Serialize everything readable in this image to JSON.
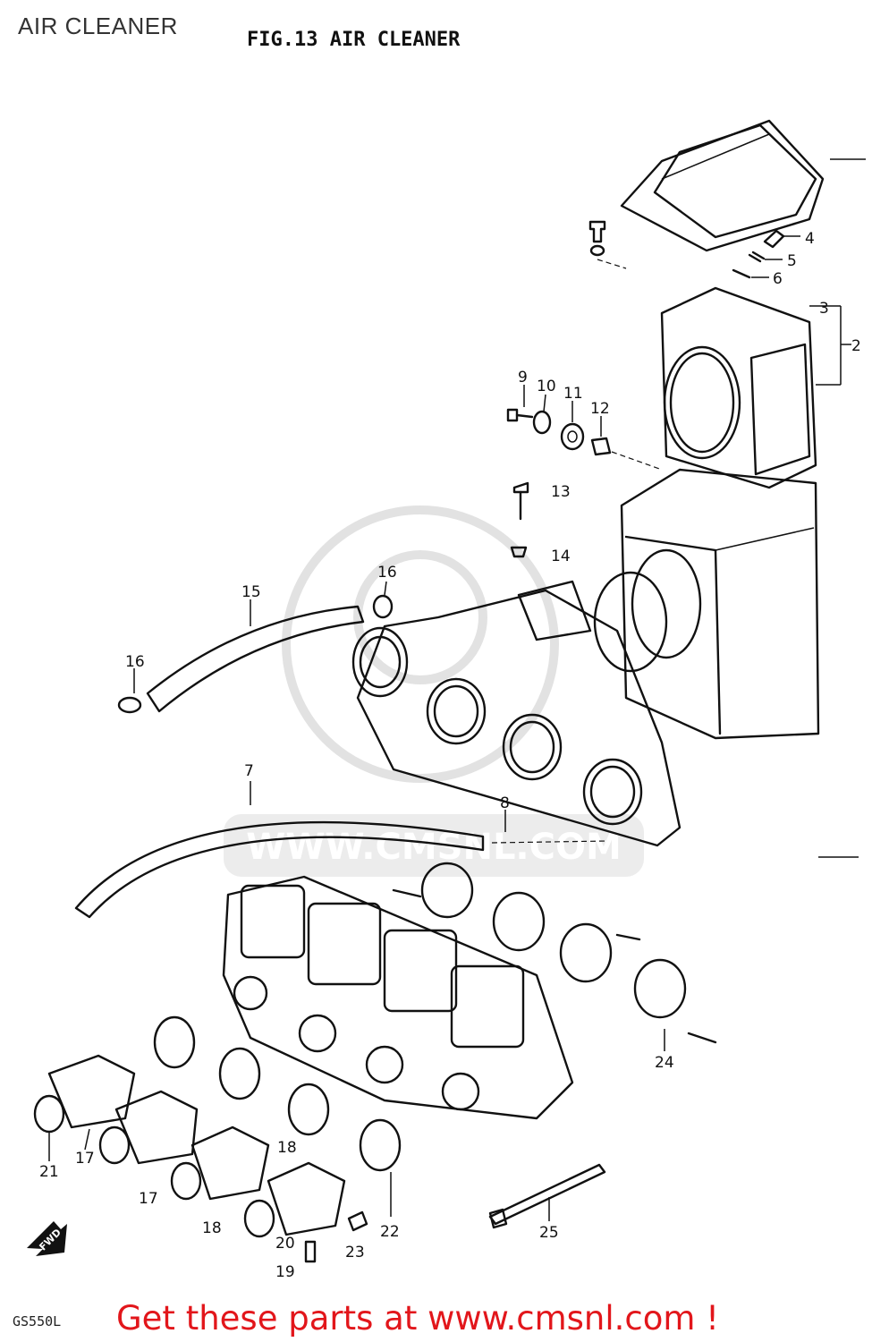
{
  "header": {
    "title": "AIR CLEANER",
    "figure_title": "FIG.13  AIR CLEANER"
  },
  "callouts": {
    "c2": "2",
    "c3": "3",
    "c4": "4",
    "c5": "5",
    "c6": "6",
    "c7": "7",
    "c8": "8",
    "c9": "9",
    "c10": "10",
    "c11": "11",
    "c12": "12",
    "c13": "13",
    "c14": "14",
    "c15": "15",
    "c16a": "16",
    "c16b": "16",
    "c17a": "17",
    "c17b": "17",
    "c18a": "18",
    "c18b": "18",
    "c19": "19",
    "c20": "20",
    "c21": "21",
    "c22": "22",
    "c23": "23",
    "c24": "24",
    "c25": "25"
  },
  "fwd_marker": "FWD",
  "footer": {
    "drawing_code": "GS550L",
    "cta": "Get these parts at www.cmsnl.com !"
  },
  "watermark_text": "WWW.CMSNL.COM"
}
